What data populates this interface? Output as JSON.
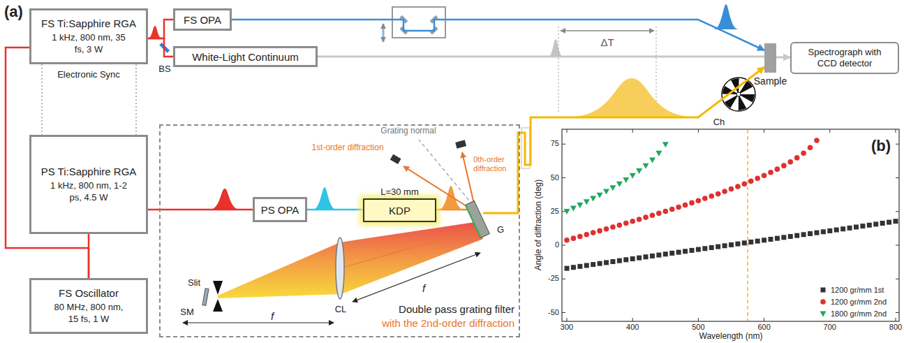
{
  "diagram": {
    "nodes": [
      {
        "text": [
          "FS Ti:Sapphire RGA",
          "1 kHz, 800 nm, 35 fs, 3 W"
        ]
      },
      {
        "text": [
          "FS OPA"
        ]
      },
      {
        "text": [
          "White-Light Continuum"
        ]
      },
      {
        "text": [
          "Sample"
        ]
      },
      {
        "text": [
          "Spectrograph with CCD detector"
        ]
      },
      {
        "text": [
          "PS Ti:Sapphire RGA",
          "1 kHz, 800 nm, 1-2 ps, 4.5 W"
        ]
      },
      {
        "text": [
          "Double pass grating filter",
          "with the 2nd-order diffraction"
        ]
      },
      {
        "text": [
          "PS OPA"
        ],
        "in": 6
      },
      {
        "text": [
          "L=30 mm",
          "KDP"
        ],
        "in": 6
      },
      {
        "text": [
          "FS Oscillator",
          "80 MHz, 800 nm, 15 fs, 1 W"
        ]
      }
    ],
    "edges": [
      {
        "from": 9,
        "to": 0,
        "arrow": "none"
      },
      {
        "from": 9,
        "to": 5,
        "arrow": "none"
      },
      {
        "from": 0,
        "to": 5,
        "arrow": "none"
      },
      {
        "from": 0,
        "to": 5,
        "arrow": "none"
      },
      {
        "from": 0,
        "to": 1,
        "arrow": "none"
      },
      {
        "from": 0,
        "to": 2,
        "arrow": "none"
      },
      {
        "from": 1,
        "to": 3,
        "arrow": "to"
      },
      {
        "from": 2,
        "to": 3,
        "arrow": "none"
      },
      {
        "from": 3,
        "to": 4,
        "arrow": "to"
      },
      {
        "from": 5,
        "to": 7,
        "arrow": "none"
      },
      {
        "from": 7,
        "to": 8,
        "arrow": "none"
      },
      {
        "from": 6,
        "to": 3,
        "arrow": "to"
      }
    ],
    "labels": [
      "(a)",
      "BS",
      "Electronic Sync",
      "ΔT",
      "Ch",
      "Grating normal",
      "1st-order diffraction",
      "0th-order diffraction",
      "G",
      "Slit",
      "SM",
      "CL",
      "f",
      "f",
      "(b)",
      "Angle of diffraction (deg)",
      "Wavelength (nm)",
      "300",
      "400",
      "500",
      "600",
      "700",
      "800",
      "75",
      "50",
      "25",
      "0",
      "-25",
      "-50"
    ],
    "legend": [
      {
        "text": "1200 gr/mm 1st",
        "color": "#333333"
      },
      {
        "text": "1200 gr/mm 2nd",
        "color": "#e03030"
      },
      {
        "text": "1800 gr/mm 2nd",
        "color": "#1fa85a"
      }
    ]
  }
}
